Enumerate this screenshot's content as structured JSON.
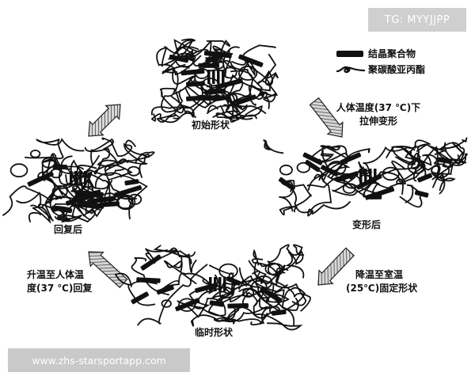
{
  "legend": [
    {
      "icon": "bar-icon",
      "label": "结晶聚合物"
    },
    {
      "icon": "coil-icon",
      "label": "聚碳酸亚丙酯"
    }
  ],
  "states": {
    "initial": "初始形状",
    "deformed": "变形后",
    "temporary": "临时形状",
    "recovered": "回复后"
  },
  "steps": {
    "stretch": [
      "人体温度(37 ℃)下",
      "拉伸变形"
    ],
    "fix": [
      "降温至室温",
      "(25℃)固定形状"
    ],
    "recover": [
      "升温至人体温",
      "度(37 ℃)回复"
    ]
  },
  "watermark": {
    "tg": "TG: MYYJJPP",
    "url": "www.zhs-starsportapp.com"
  },
  "colors": {
    "ink": "#111111",
    "arrow_fill": "#8a8a8a",
    "watermark_bg": "#cccccc"
  }
}
